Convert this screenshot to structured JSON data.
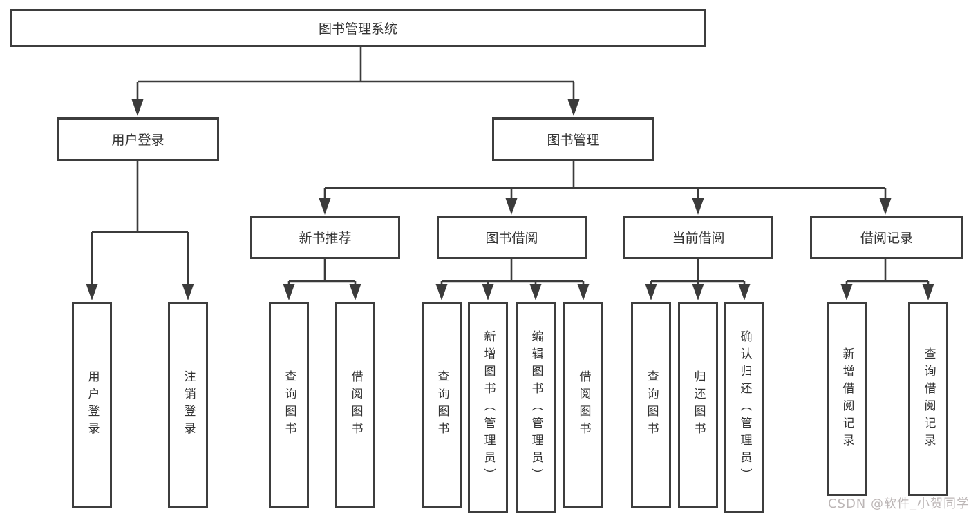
{
  "tree": {
    "root": "图书管理系统",
    "branches": [
      {
        "label": "用户登录",
        "leaves": [
          "用户登录",
          "注销登录"
        ]
      },
      {
        "label": "图书管理",
        "groups": [
          {
            "label": "新书推荐",
            "leaves": [
              "查询图书",
              "借阅图书"
            ]
          },
          {
            "label": "图书借阅",
            "leaves": [
              "查询图书",
              "新增图书（管理员）",
              "编辑图书（管理员）",
              "借阅图书"
            ]
          },
          {
            "label": "当前借阅",
            "leaves": [
              "查询图书",
              "归还图书",
              "确认归还（管理员）"
            ]
          },
          {
            "label": "借阅记录",
            "leaves": [
              "新增借阅记录",
              "查询借阅记录"
            ]
          }
        ]
      }
    ]
  },
  "watermark": {
    "text": "CSDN @软件_小贺同学"
  },
  "colors": {
    "line": "#3b3b3b",
    "box_border": "#3d3d3d",
    "text": "#333333",
    "watermark": "#bcb6b6",
    "background": "#ffffff"
  }
}
